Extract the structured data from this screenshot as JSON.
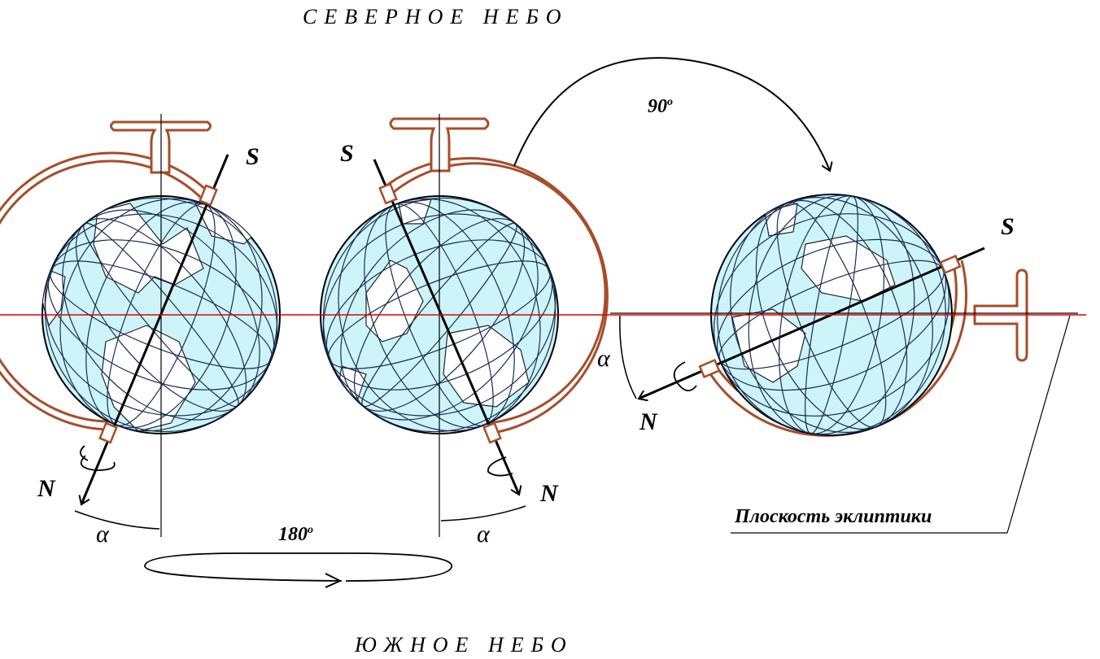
{
  "labels": {
    "north_sky": "СЕВЕРНОЕ НЕБО",
    "south_sky": "ЮЖНОЕ НЕБО",
    "rotation_180": "180",
    "rotation_90": "90",
    "degree_sign": "o",
    "ecliptic_plane": "Плоскость эклиптики",
    "pole_south": "S",
    "pole_north": "N",
    "tilt_angle": "α"
  },
  "colors": {
    "ocean": "#cdf5f9",
    "land": "#ffffff",
    "grid": "#1a2a55",
    "stand": "#a64d2a",
    "ecliptic_line": "#e00000",
    "ink": "#000000"
  },
  "globes": [
    {
      "name": "globe-left",
      "south_tip": "S",
      "north_tip": "N"
    },
    {
      "name": "globe-middle",
      "south_tip": "S",
      "north_tip": "N"
    },
    {
      "name": "globe-right",
      "south_tip": "S",
      "north_tip": "N"
    }
  ]
}
